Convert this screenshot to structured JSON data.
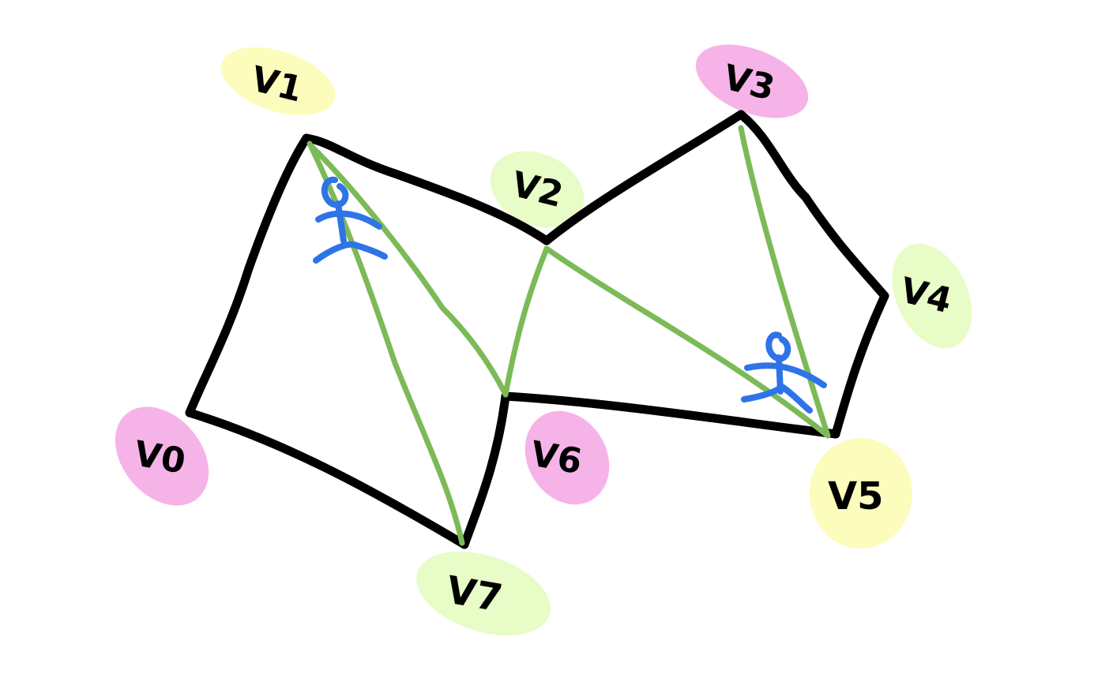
{
  "vertices": [
    {
      "id": "v0",
      "label": "V0",
      "highlight": "#f4a6e4"
    },
    {
      "id": "v1",
      "label": "V1",
      "highlight": "#fbfbb0"
    },
    {
      "id": "v2",
      "label": "V2",
      "highlight": "#e3fbbc"
    },
    {
      "id": "v3",
      "label": "V3",
      "highlight": "#f4a6e4"
    },
    {
      "id": "v4",
      "label": "V4",
      "highlight": "#e3fbbc"
    },
    {
      "id": "v5",
      "label": "V5",
      "highlight": "#fbfbb0"
    },
    {
      "id": "v6",
      "label": "V6",
      "highlight": "#f4a6e4"
    },
    {
      "id": "v7",
      "label": "V7",
      "highlight": "#e3fbbc"
    }
  ],
  "colors": {
    "outline": "#000000",
    "diagonal": "#7cba58",
    "agent": "#2f73e8"
  },
  "agents": [
    {
      "id": "agent-a",
      "icon": "stick-figure-icon"
    },
    {
      "id": "agent-b",
      "icon": "stick-figure-icon"
    }
  ]
}
